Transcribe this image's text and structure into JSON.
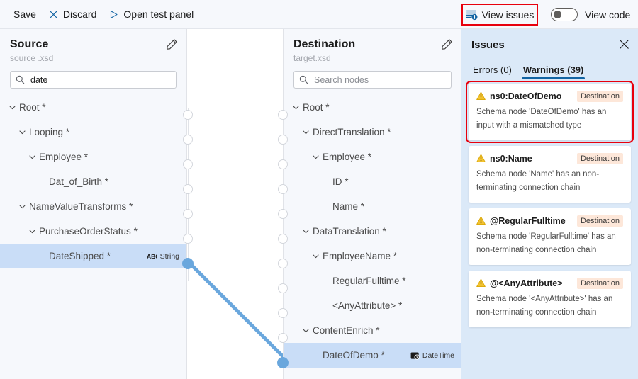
{
  "toolbar": {
    "save_label": "Save",
    "discard_label": "Discard",
    "discard_icon": "close-x-icon",
    "test_panel_label": "Open test panel",
    "test_panel_icon": "play-triangle-icon",
    "view_issues_label": "View issues",
    "view_issues_icon": "issues-list-icon",
    "view_code_label": "View code",
    "view_code_toggle_state": "off",
    "highlight_color": "#e8000d"
  },
  "source_panel": {
    "title": "Source",
    "subtitle": "source .xsd",
    "edit_icon": "pencil-icon",
    "search": {
      "icon": "search-icon",
      "value": "date",
      "placeholder": "Search nodes"
    },
    "nodes": [
      {
        "label": "Root *",
        "depth": 0,
        "expandable": true,
        "selected": false,
        "type": ""
      },
      {
        "label": "Looping *",
        "depth": 1,
        "expandable": true,
        "selected": false,
        "type": ""
      },
      {
        "label": "Employee *",
        "depth": 2,
        "expandable": true,
        "selected": false,
        "type": ""
      },
      {
        "label": "Dat_of_Birth *",
        "depth": 3,
        "expandable": false,
        "selected": false,
        "type": ""
      },
      {
        "label": "NameValueTransforms *",
        "depth": 1,
        "expandable": true,
        "selected": false,
        "type": ""
      },
      {
        "label": "PurchaseOrderStatus *",
        "depth": 2,
        "expandable": true,
        "selected": false,
        "type": ""
      },
      {
        "label": "DateShipped *",
        "depth": 3,
        "expandable": false,
        "selected": true,
        "type": "String",
        "type_icon": "abc-string-icon"
      }
    ]
  },
  "destination_panel": {
    "title": "Destination",
    "subtitle": "target.xsd",
    "edit_icon": "pencil-icon",
    "search": {
      "icon": "search-icon",
      "value": "",
      "placeholder": "Search nodes"
    },
    "nodes": [
      {
        "label": "Root *",
        "depth": 0,
        "expandable": true,
        "selected": false,
        "type": ""
      },
      {
        "label": "DirectTranslation *",
        "depth": 1,
        "expandable": true,
        "selected": false,
        "type": ""
      },
      {
        "label": "Employee *",
        "depth": 2,
        "expandable": true,
        "selected": false,
        "type": ""
      },
      {
        "label": "ID *",
        "depth": 3,
        "expandable": false,
        "selected": false,
        "type": ""
      },
      {
        "label": "Name *",
        "depth": 3,
        "expandable": false,
        "selected": false,
        "type": ""
      },
      {
        "label": "DataTranslation *",
        "depth": 1,
        "expandable": true,
        "selected": false,
        "type": ""
      },
      {
        "label": "EmployeeName *",
        "depth": 2,
        "expandable": true,
        "selected": false,
        "type": ""
      },
      {
        "label": "RegularFulltime *",
        "depth": 3,
        "expandable": false,
        "selected": false,
        "type": ""
      },
      {
        "label": "<AnyAttribute> *",
        "depth": 3,
        "expandable": false,
        "selected": false,
        "type": ""
      },
      {
        "label": "ContentEnrich *",
        "depth": 1,
        "expandable": true,
        "selected": false,
        "type": ""
      },
      {
        "label": "DateOfDemo *",
        "depth": 2,
        "expandable": false,
        "selected": true,
        "type": "DateTime",
        "type_icon": "datetime-icon"
      }
    ]
  },
  "connection": {
    "accent_color": "#6aa7dd",
    "from_node": "DateShipped *",
    "to_node": "DateOfDemo *"
  },
  "issues_panel": {
    "title": "Issues",
    "close_icon": "close-icon",
    "tabs": [
      {
        "label": "Errors (0)",
        "active": false
      },
      {
        "label": "Warnings (39)",
        "active": true
      }
    ],
    "items": [
      {
        "icon": "warning-triangle-icon",
        "name": "ns0:DateOfDemo",
        "badge": "Destination",
        "description": "Schema node 'DateOfDemo' has an input with a mismatched type",
        "highlighted": true
      },
      {
        "icon": "warning-triangle-icon",
        "name": "ns0:Name",
        "badge": "Destination",
        "description": "Schema node 'Name' has an non-terminating connection chain",
        "highlighted": false
      },
      {
        "icon": "warning-triangle-icon",
        "name": "@RegularFulltime",
        "badge": "Destination",
        "description": "Schema node 'RegularFulltime' has an non-terminating connection chain",
        "highlighted": false
      },
      {
        "icon": "warning-triangle-icon",
        "name": "@<AnyAttribute>",
        "badge": "Destination",
        "description": "Schema node '<AnyAttribute>' has an non-terminating connection chain",
        "highlighted": false
      }
    ]
  }
}
